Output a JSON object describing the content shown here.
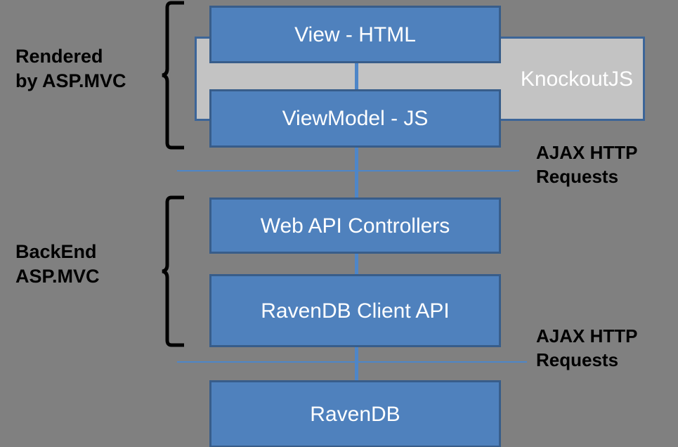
{
  "diagram": {
    "title": "ASP.MVC / KnockoutJS / RavenDB layered architecture",
    "background_color": "#808080",
    "colors": {
      "box_fill": "#4f81bd",
      "box_border": "#385d8a",
      "knockout_fill": "#c3c3c3",
      "connector": "#4e86c8",
      "label_text": "#000000",
      "box_text": "#ffffff"
    },
    "boxes": [
      {
        "id": "view-html",
        "label": "View - HTML"
      },
      {
        "id": "viewmodel-js",
        "label": "ViewModel - JS"
      },
      {
        "id": "knockoutjs",
        "label": "KnockoutJS"
      },
      {
        "id": "web-api-controllers",
        "label": "Web API Controllers"
      },
      {
        "id": "ravendb-client-api",
        "label": "RavenDB Client API"
      },
      {
        "id": "ravendb",
        "label": "RavenDB"
      }
    ],
    "group_labels": [
      {
        "id": "rendered-group",
        "label": "Rendered\nby ASP.MVC"
      },
      {
        "id": "backend-group",
        "label": "BackEnd\nASP.MVC"
      }
    ],
    "connector_labels": [
      {
        "id": "ajax-top",
        "label": "AJAX HTTP\nRequests"
      },
      {
        "id": "ajax-bottom",
        "label": "AJAX HTTP\nRequests"
      }
    ]
  }
}
